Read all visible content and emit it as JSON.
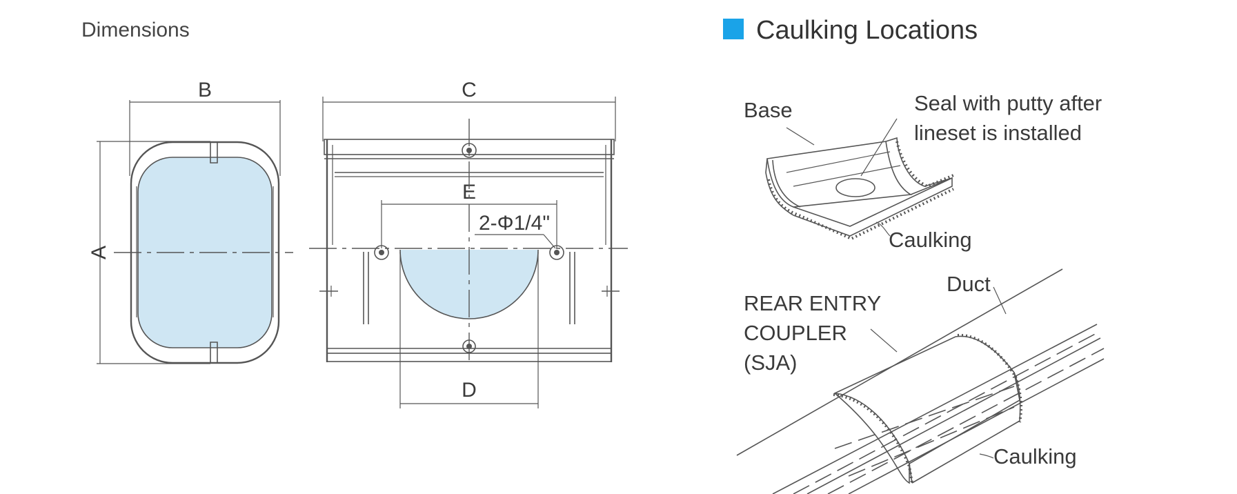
{
  "dimensions": {
    "title": "Dimensions",
    "labels": {
      "a": "A",
      "b": "B",
      "c": "C",
      "d": "D",
      "e": "E",
      "hole": "2-Φ1/4\""
    }
  },
  "caulking": {
    "title": "Caulking Locations",
    "marker_color": "#1aa3e8",
    "top": {
      "base": "Base",
      "seal_line1": "Seal with putty after",
      "seal_line2": "lineset is installed",
      "caulking": "Caulking"
    },
    "bottom": {
      "duct": "Duct",
      "coupler_line1": "REAR ENTRY",
      "coupler_line2": "COUPLER",
      "coupler_line3": "(SJA)",
      "caulking": "Caulking"
    }
  },
  "colors": {
    "fill_blue": "#cfe6f3",
    "line": "#555555"
  }
}
